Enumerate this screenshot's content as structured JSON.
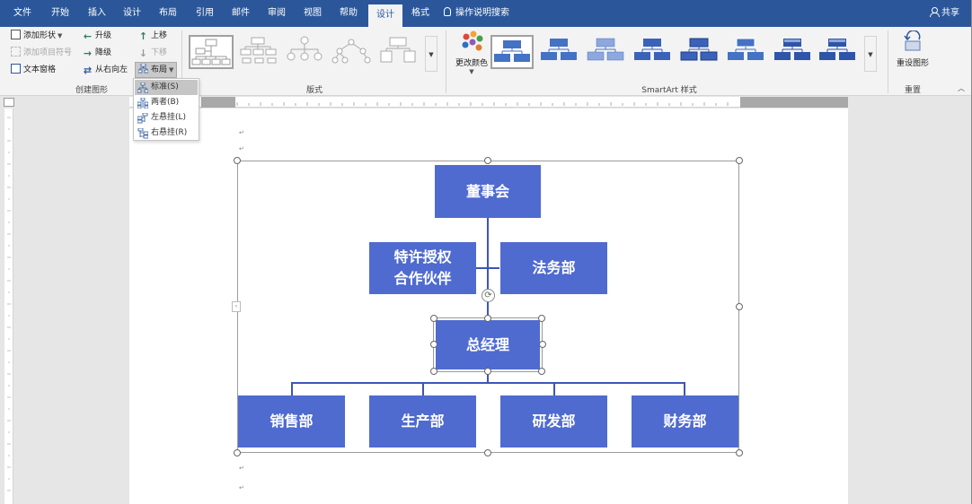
{
  "tabs": [
    {
      "label": "文件"
    },
    {
      "label": "开始"
    },
    {
      "label": "插入"
    },
    {
      "label": "设计"
    },
    {
      "label": "布局"
    },
    {
      "label": "引用"
    },
    {
      "label": "邮件"
    },
    {
      "label": "审阅"
    },
    {
      "label": "视图"
    },
    {
      "label": "帮助"
    },
    {
      "label": "设计",
      "active": true
    },
    {
      "label": "格式"
    }
  ],
  "tell_me": "操作说明搜索",
  "share": "共享",
  "ribbon": {
    "create_group": {
      "add_shape": "添加形状",
      "add_bullet": "添加项目符号",
      "text_pane": "文本窗格",
      "promote": "升级",
      "demote": "降级",
      "right_to_left": "从右向左",
      "move_up": "上移",
      "move_down": "下移",
      "layout": "布局",
      "label": "创建图形"
    },
    "layouts_label": "版式",
    "change_colors": "更改颜色",
    "styles_label": "SmartArt 样式",
    "reset": {
      "button": "重设图形",
      "label": "重置"
    }
  },
  "layout_menu": [
    {
      "label": "标准(S)",
      "hover": true
    },
    {
      "label": "两者(B)"
    },
    {
      "label": "左悬挂(L)"
    },
    {
      "label": "右悬挂(R)"
    }
  ],
  "org_chart": {
    "top": "董事会",
    "assistant_left": [
      "特许授权",
      "合作伙伴"
    ],
    "assistant_right": "法务部",
    "manager": "总经理",
    "departments": [
      "销售部",
      "生产部",
      "研发部",
      "财务部"
    ],
    "node_color": "#4f6bd0"
  },
  "colors": {
    "accent": "#2b579a",
    "node": "#4f6bd0"
  }
}
